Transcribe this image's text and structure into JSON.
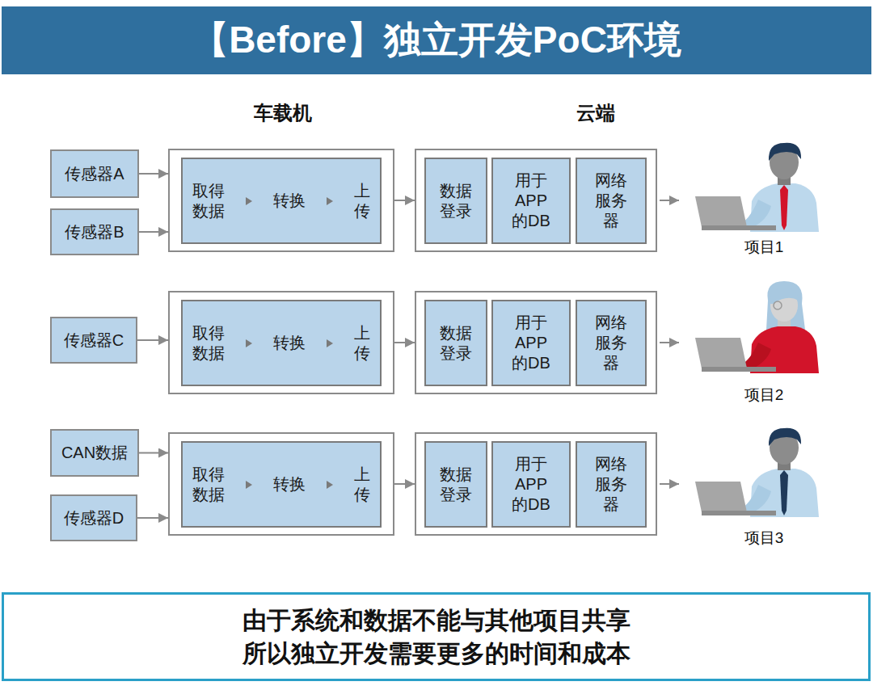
{
  "diagram": {
    "title": "【Before】独立开发PoC环境",
    "caption": "由于系统和数据不能与其他项目共享 所以独立开发需要更多的时间和成本",
    "nodes": [
      {
        "text": [
          "传感器A"
        ]
      },
      {
        "text": [
          "传感器B"
        ]
      },
      {
        "text": []
      },
      {
        "text": [
          "取得 数据",
          "转换",
          "上 传"
        ],
        "in": 2
      },
      {
        "text": []
      },
      {
        "text": [
          "数据 登录"
        ],
        "in": 4
      },
      {
        "text": [
          "用于 APP 的DB"
        ],
        "in": 4
      },
      {
        "text": [
          "网络 服务 器"
        ],
        "in": 4
      },
      {
        "text": [
          "传感器C"
        ]
      },
      {
        "text": []
      },
      {
        "text": [
          "取得 数据",
          "转换",
          "上 传"
        ],
        "in": 9
      },
      {
        "text": []
      },
      {
        "text": [
          "数据 登录"
        ],
        "in": 11
      },
      {
        "text": [
          "用于 APP 的DB"
        ],
        "in": 11
      },
      {
        "text": [
          "网络 服务 器"
        ],
        "in": 11
      },
      {
        "text": [
          "CAN数据"
        ]
      },
      {
        "text": [
          "传感器D"
        ]
      },
      {
        "text": []
      },
      {
        "text": [
          "取得 数据",
          "转换",
          "上 传"
        ],
        "in": 17
      },
      {
        "text": []
      },
      {
        "text": [
          "数据 登录"
        ],
        "in": 19
      },
      {
        "text": [
          "用于 APP 的DB"
        ],
        "in": 19
      },
      {
        "text": [
          "网络 服务 器"
        ],
        "in": 19
      }
    ],
    "edges": [
      {
        "from": 0,
        "to": 2,
        "arrow": "to"
      },
      {
        "from": 1,
        "to": 2,
        "arrow": "to"
      },
      {
        "from": 2,
        "to": 4,
        "arrow": "to"
      },
      {
        "from": 8,
        "to": 9,
        "arrow": "to"
      },
      {
        "from": 9,
        "to": 11,
        "arrow": "to"
      },
      {
        "from": 15,
        "to": 17,
        "arrow": "to"
      },
      {
        "from": 16,
        "to": 17,
        "arrow": "to"
      },
      {
        "from": 17,
        "to": 19,
        "arrow": "to"
      }
    ],
    "labels": [
      "车载机",
      "云端",
      "项目1",
      "项目2",
      "项目3"
    ]
  }
}
